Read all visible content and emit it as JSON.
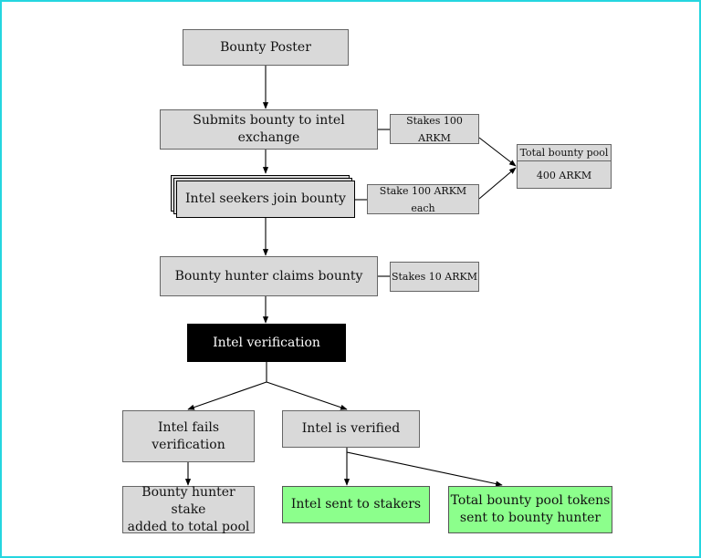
{
  "nodes": {
    "bounty_poster": "Bounty Poster",
    "submits_bounty": "Submits bounty to intel exchange",
    "intel_seekers_join": "Intel seekers join bounty",
    "hunter_claims": "Bounty hunter claims bounty",
    "intel_verification": "Intel verification",
    "intel_fails": "Intel fails\nverification",
    "intel_verified": "Intel is verified",
    "stake_added": "Bounty hunter stake\nadded to total pool",
    "intel_sent": "Intel sent to stakers",
    "pool_sent": "Total bounty pool tokens\nsent to bounty hunter"
  },
  "side_labels": {
    "stakes_100": "Stakes 100 ARKM",
    "stake_100_each": "Stake 100 ARKM each",
    "stakes_10": "Stakes 10 ARKM"
  },
  "pool": {
    "title": "Total bounty pool",
    "amount": "400 ARKM"
  },
  "colors": {
    "frame": "#25d6e0",
    "node_fill": "#d9d9d9",
    "verification_fill": "#000000",
    "outcome_fill": "#8cff8c"
  }
}
